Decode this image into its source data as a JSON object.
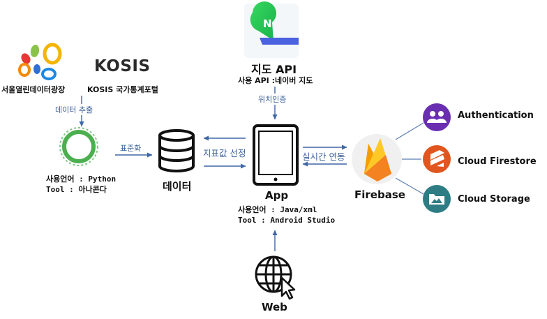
{
  "sources": {
    "seoul": {
      "label": "서울열린데이터광장"
    },
    "kosis": {
      "logo_text": "KOSIS",
      "label": "KOSIS 국가통계포털"
    }
  },
  "edges": {
    "extract": "데이터 추출",
    "standardize": "표준화",
    "select_indicators": "지표값 선정",
    "location_auth": "위치인증",
    "realtime_link": "실시간 연동"
  },
  "python_node": {
    "lang": "사용언어 : Python",
    "tool": "Tool : 아나콘다"
  },
  "data_node": {
    "label": "데이터"
  },
  "map_api": {
    "title": "지도 API",
    "subtitle": "사용 API :네이버 지도",
    "logo_letter": "N"
  },
  "app_node": {
    "label": "App",
    "lang": "사용언어 : Java/xml",
    "tool": "Tool : Android Studio"
  },
  "web_node": {
    "label": "Web"
  },
  "firebase": {
    "label": "Firebase",
    "services": [
      {
        "label": "Authentication",
        "color": "#6a2fb0",
        "icon": "people-icon"
      },
      {
        "label": "Cloud Firestore",
        "color": "#e0561e",
        "icon": "firestore-icon"
      },
      {
        "label": "Cloud Storage",
        "color": "#2e7d84",
        "icon": "image-folder-icon"
      }
    ]
  }
}
